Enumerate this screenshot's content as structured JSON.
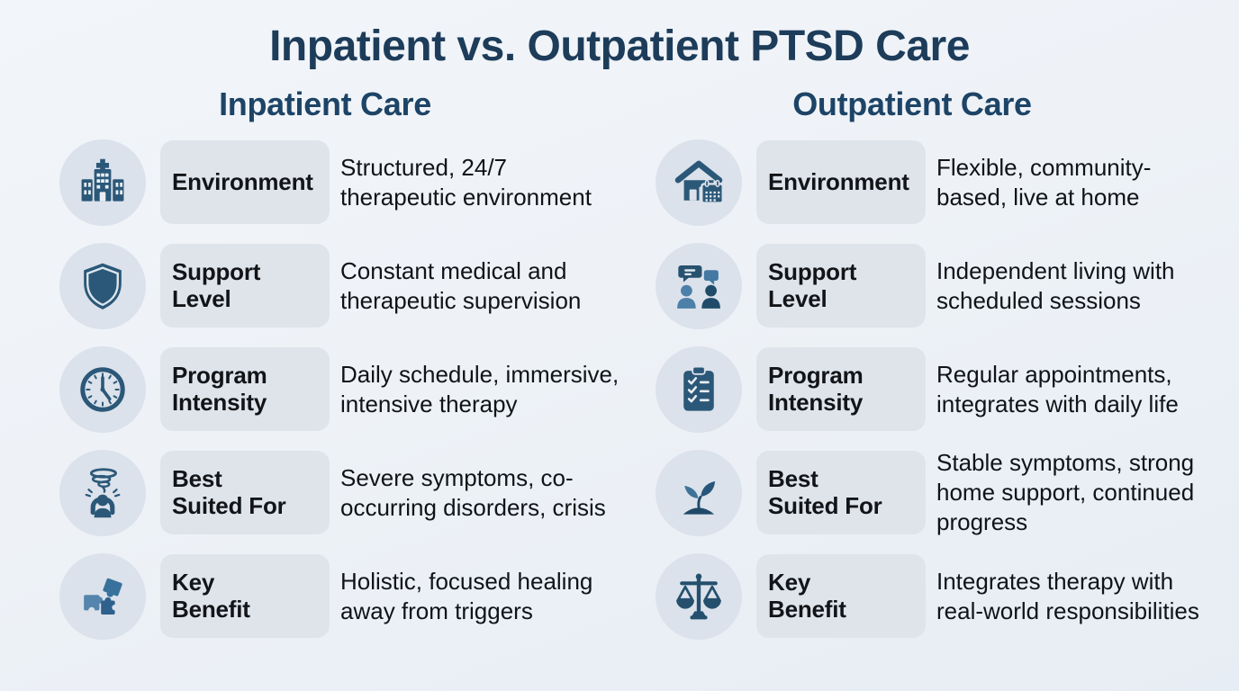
{
  "infographic": {
    "title": "Inpatient vs. Outpatient PTSD Care"
  },
  "colors": {
    "background": "#edf1f6",
    "title_navy": "#1d3c5a",
    "header_navy": "#1d4466",
    "icon_primary": "#2b5878",
    "icon_secondary": "#4d80a9",
    "icon_dark": "#1f4a68",
    "icon_circle_bg": "#dbe2eb",
    "label_pill_bg": "#dfe4eb",
    "body_text": "#101418"
  },
  "columns": [
    {
      "header": "Inpatient Care",
      "rows": [
        {
          "icon": "hospital-icon",
          "label": "Environment",
          "description": "Structured, 24/7 therapeutic environment"
        },
        {
          "icon": "shield-icon",
          "label": "Support\nLevel",
          "description": "Constant medical and therapeutic supervision"
        },
        {
          "icon": "clock-icon",
          "label": "Program\nIntensity",
          "description": "Daily schedule, immersive, intensive therapy"
        },
        {
          "icon": "distress-tornado-icon",
          "label": "Best\nSuited For",
          "description": "Severe symptoms, co-occurring disorders, crisis"
        },
        {
          "icon": "puzzle-pieces-icon",
          "label": "Key\nBenefit",
          "description": "Holistic, focused healing away from triggers"
        }
      ]
    },
    {
      "header": "Outpatient Care",
      "rows": [
        {
          "icon": "home-calendar-icon",
          "label": "Environment",
          "description": "Flexible, community-based, live at home"
        },
        {
          "icon": "conversation-people-icon",
          "label": "Support\nLevel",
          "description": "Independent living with scheduled sessions"
        },
        {
          "icon": "checklist-clipboard-icon",
          "label": "Program\nIntensity",
          "description": "Regular appointments, integrates with daily life"
        },
        {
          "icon": "seedling-icon",
          "label": "Best\nSuited For",
          "description": "Stable symptoms, strong home support, continued progress"
        },
        {
          "icon": "scales-icon",
          "label": "Key\nBenefit",
          "description": "Integrates therapy with real-world responsibilities"
        }
      ]
    }
  ]
}
